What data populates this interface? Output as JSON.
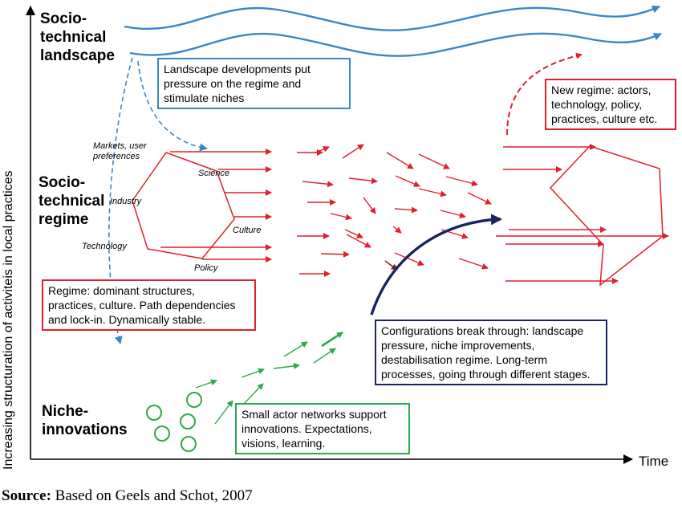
{
  "axes": {
    "y_label": "Increasing structuration of activiteis in local practices",
    "x_label": "Time"
  },
  "levels": {
    "landscape": "Socio-\ntechnical\nlandscape",
    "regime": "Socio-\ntechnical\nregime",
    "niche": "Niche-\ninnovations"
  },
  "regime_labels": {
    "markets": "Markets, user\npreferences",
    "science": "Science",
    "industry": "Industry",
    "culture": "Culture",
    "technology": "Technology",
    "policy": "Policy"
  },
  "boxes": {
    "landscape": "Landscape developments put\npressure on the regime and\nstimulate niches",
    "new_regime": "New regime: actors,\ntechnology, policy,\npractices, culture etc.",
    "regime": "Regime: dominant structures,\npractices, culture. Path dependencies\nand lock-in. Dynamically stable.",
    "breakthrough": "Configurations break through: landscape\npressure, niche improvements,\ndestabilisation regime. Long-term\nprocesses, going through different stages.",
    "niche": "Small actor networks support\ninnovations. Expectations,\nvisions, learning."
  },
  "source": {
    "label": "Source:",
    "text": "Based on Geels and Schot, 2007"
  },
  "colors": {
    "landscape": "#3a86c8",
    "regime": "#e0202a",
    "niche": "#2fa84a",
    "breakthrough": "#1a2460"
  }
}
